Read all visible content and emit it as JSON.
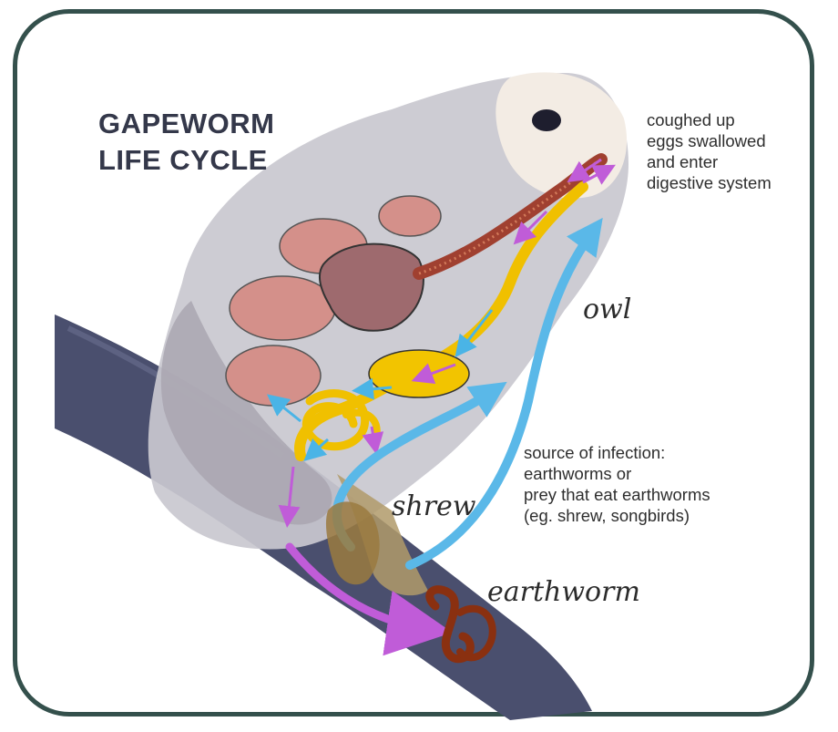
{
  "title": {
    "line1": "GAPEWORM",
    "line2": "LIFE CYCLE"
  },
  "notes": {
    "coughed": [
      "coughed up",
      "eggs swallowed",
      "and enter",
      "digestive system"
    ],
    "source": [
      "source of infection:",
      "earthworms or",
      "prey that eat earthworms",
      "(eg. shrew, songbirds)"
    ]
  },
  "labels": {
    "owl": "owl",
    "shrew": "shrew",
    "earthworm": "earthworm"
  },
  "colors": {
    "frame": "#34504c",
    "cycle_arrows": "#c05cd8",
    "host_arrows": "#4ab4e6",
    "worm_path": "#f0c000",
    "organs": "#d4908a",
    "trachea": "#a04030",
    "branch": "#4a4f6e",
    "earthworm": "#8a3010"
  },
  "icons": [
    "owl-illustration",
    "branch",
    "earthworm-icon",
    "shrew-icon"
  ]
}
